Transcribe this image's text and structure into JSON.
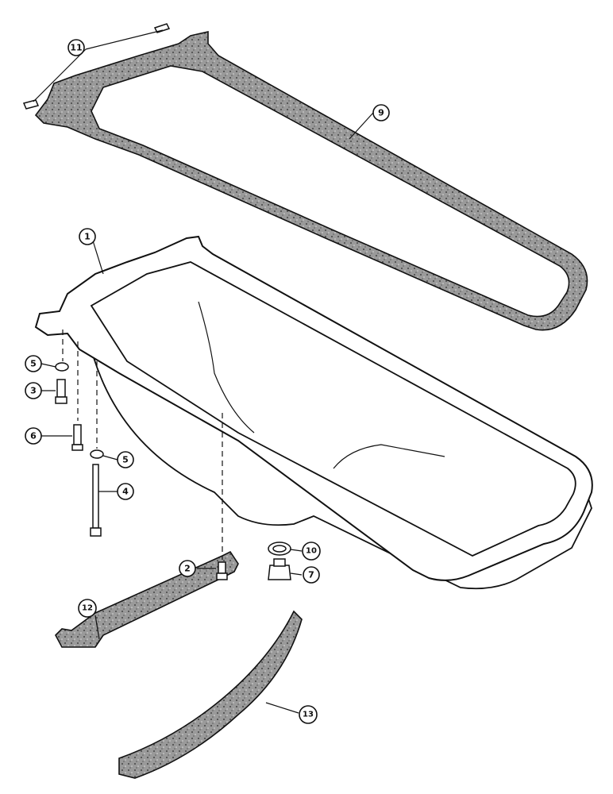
{
  "diagram": {
    "callouts": [
      {
        "id": "c1",
        "label": "1"
      },
      {
        "id": "c2",
        "label": "2"
      },
      {
        "id": "c3",
        "label": "3"
      },
      {
        "id": "c4",
        "label": "4"
      },
      {
        "id": "c5a",
        "label": "5"
      },
      {
        "id": "c5b",
        "label": "5"
      },
      {
        "id": "c6",
        "label": "6"
      },
      {
        "id": "c7",
        "label": "7"
      },
      {
        "id": "c9",
        "label": "9"
      },
      {
        "id": "c10",
        "label": "10"
      },
      {
        "id": "c11",
        "label": "11"
      },
      {
        "id": "c12",
        "label": "12"
      },
      {
        "id": "c13",
        "label": "13"
      }
    ]
  }
}
